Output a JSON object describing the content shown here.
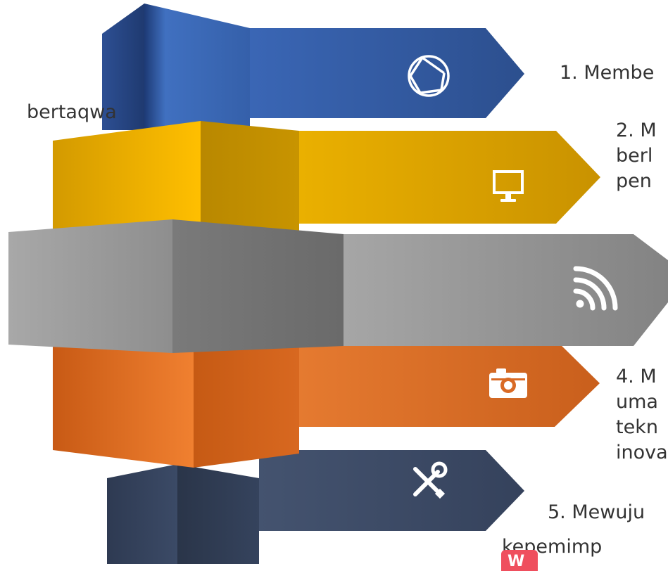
{
  "colors": {
    "blue": "#3a62ad",
    "gold": "#e6a800",
    "gray": "#9a9a9a",
    "orange": "#e07025",
    "navy": "#3e4c66"
  },
  "bands": [
    {
      "name": "band-blue",
      "icon": "aperture-icon"
    },
    {
      "name": "band-gold",
      "icon": "monitor-icon"
    },
    {
      "name": "band-gray",
      "icon": "rss-icon"
    },
    {
      "name": "band-orange",
      "icon": "camera-icon"
    },
    {
      "name": "band-navy",
      "icon": "tools-icon"
    }
  ],
  "items": {
    "item1_line1": "1. Membe",
    "item1_line2": "bertaqwa",
    "item2": "2. M\nberl\npen",
    "item4": "4. M\numa\ntekn\ninova",
    "item5_line1": "5. Mewuju",
    "item5_line2": "kepemimp"
  }
}
